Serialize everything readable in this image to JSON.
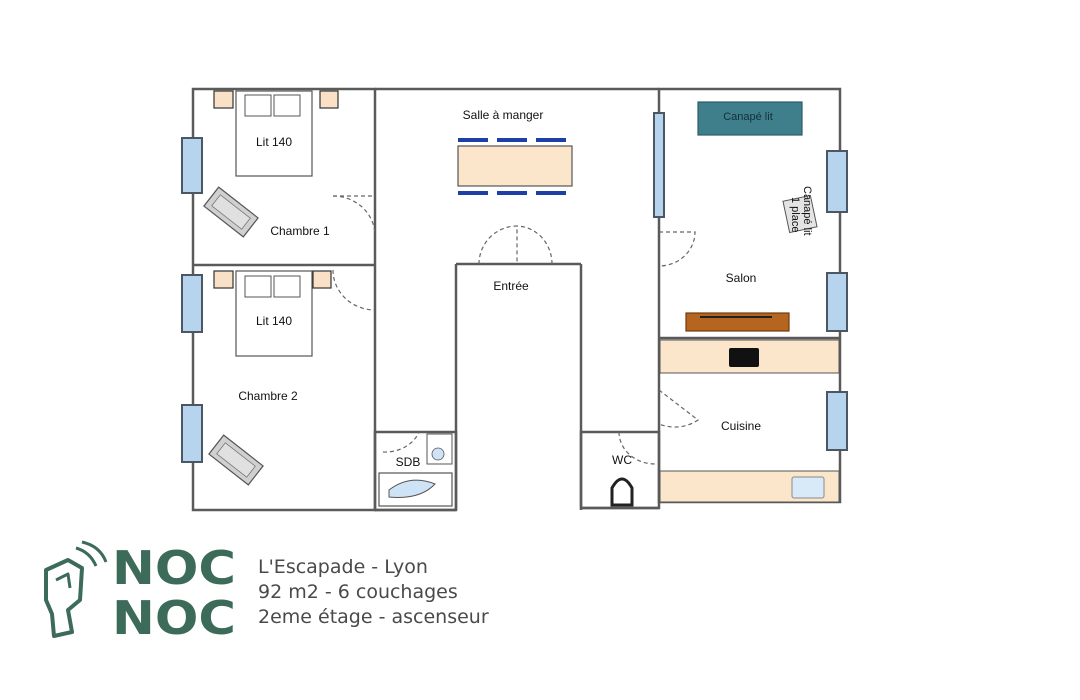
{
  "plan": {
    "rooms": {
      "salle_a_manger": "Salle à manger",
      "chambre_1": "Chambre 1",
      "chambre_2": "Chambre 2",
      "entree": "Entrée",
      "salon": "Salon",
      "cuisine": "Cuisine",
      "sdb": "SDB",
      "wc": "WC"
    },
    "furniture": {
      "bed_1": "Lit 140",
      "bed_2": "Lit 140",
      "sofa_bed": "Canapé lit",
      "single_sofa_line1": "Canapé lit",
      "single_sofa_line2": "1 place"
    },
    "colors": {
      "sofa": "#3f7f8c",
      "tv_unit": "#b5651d",
      "counter": "#fbe6cc",
      "nightstand": "#fbe0c8",
      "chair": "#1f3fa8",
      "window": "#b7d4ee",
      "logo_green": "#3d6b5a"
    }
  },
  "logo": {
    "line1": "NOC",
    "line2": "NOC"
  },
  "caption": {
    "line1": "L'Escapade  - Lyon",
    "line2": "92 m2 - 6 couchages",
    "line3": "2eme  étage - ascenseur"
  }
}
